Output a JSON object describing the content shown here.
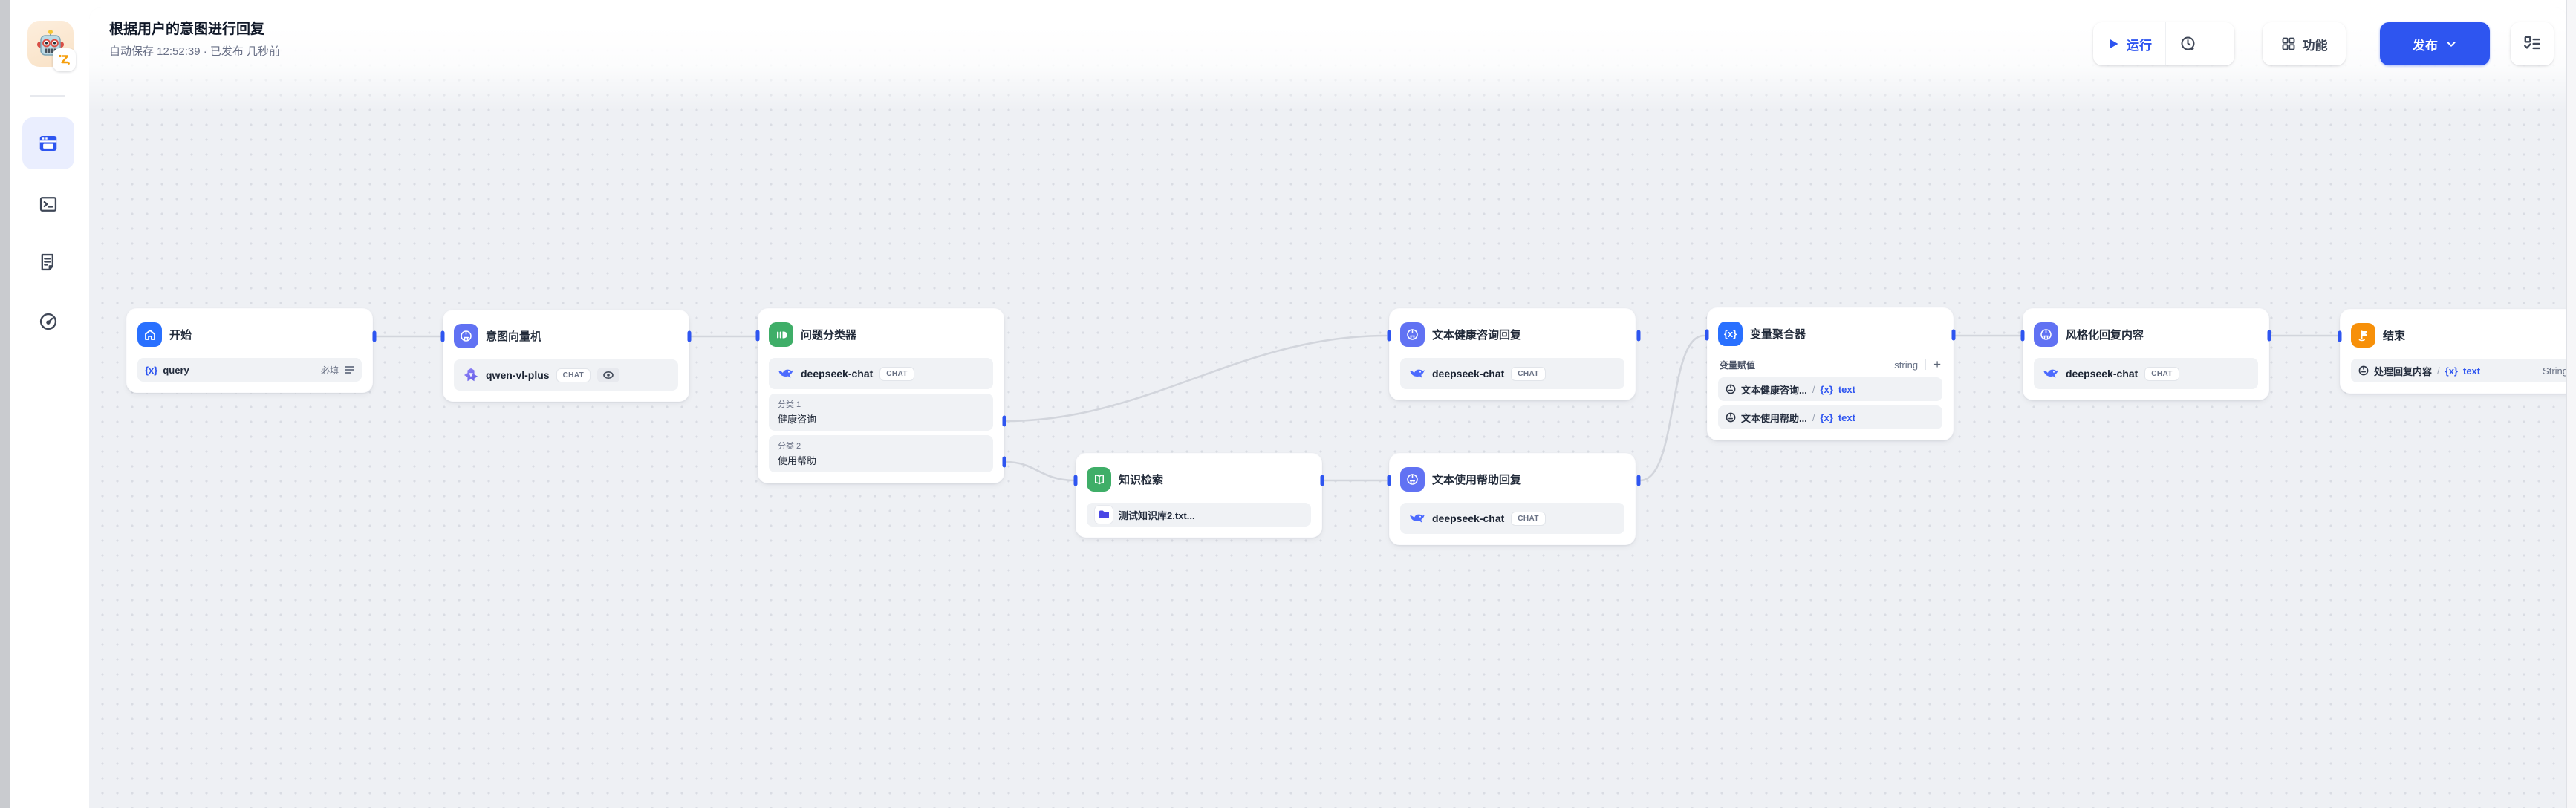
{
  "app": {
    "title": "根据用户的意图进行回复",
    "status": "自动保存 12:52:39 · 已发布 几秒前"
  },
  "toolbar": {
    "run": "运行",
    "features": "功能",
    "publish": "发布"
  },
  "nodes": {
    "start": {
      "title": "开始",
      "var_icon": "{x}",
      "var_name": "query",
      "required": "必填"
    },
    "intent": {
      "title": "意图向量机",
      "model": "qwen-vl-plus",
      "tag": "CHAT"
    },
    "classifier": {
      "title": "问题分类器",
      "model": "deepseek-chat",
      "tag": "CHAT",
      "cats": [
        {
          "label": "分类 1",
          "value": "健康咨询"
        },
        {
          "label": "分类 2",
          "value": "使用帮助"
        }
      ]
    },
    "knowledge": {
      "title": "知识检索",
      "dataset": "测试知识库2.txt..."
    },
    "reply_health": {
      "title": "文本健康咨询回复",
      "model": "deepseek-chat",
      "tag": "CHAT"
    },
    "reply_help": {
      "title": "文本使用帮助回复",
      "model": "deepseek-chat",
      "tag": "CHAT"
    },
    "aggregator": {
      "title": "变量聚合器",
      "assign_label": "变量赋值",
      "output_type": "string",
      "add": "+",
      "rows": [
        {
          "source": "文本健康咨询...",
          "sep": "/",
          "var_icon": "{x}",
          "var": "text"
        },
        {
          "source": "文本使用帮助...",
          "sep": "/",
          "var_icon": "{x}",
          "var": "text"
        }
      ]
    },
    "style": {
      "title": "风格化回复内容",
      "model": "deepseek-chat",
      "tag": "CHAT"
    },
    "end": {
      "title": "结束",
      "source": "处理回复内容",
      "sep": "/",
      "var_icon": "{x}",
      "var": "text",
      "type": "String"
    }
  },
  "colors": {
    "accent": "#2e55f0",
    "llm": "#6172f3",
    "green": "#3fae68",
    "blue": "#2970ff",
    "orange": "#f79009",
    "edge": "#d2d5dc"
  }
}
